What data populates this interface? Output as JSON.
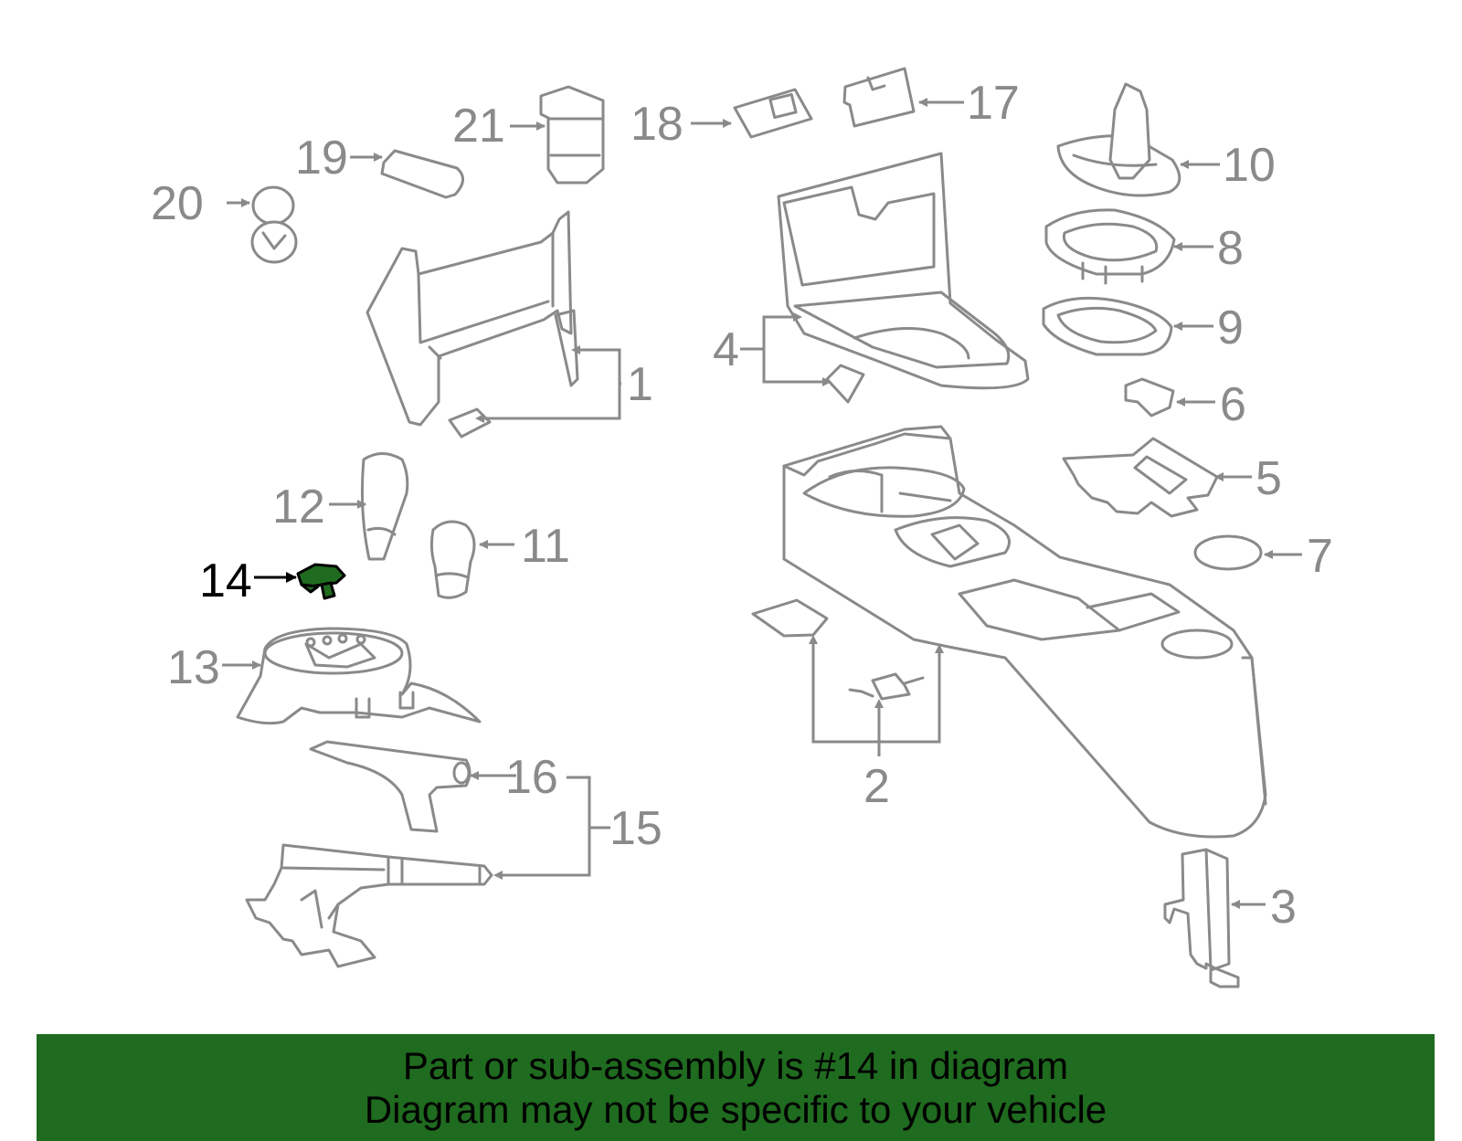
{
  "diagram": {
    "highlighted_part": "14",
    "callouts": {
      "c1": "1",
      "c2": "2",
      "c3": "3",
      "c4": "4",
      "c5": "5",
      "c6": "6",
      "c7": "7",
      "c8": "8",
      "c9": "9",
      "c10": "10",
      "c11": "11",
      "c12": "12",
      "c13": "13",
      "c14": "14",
      "c15": "15",
      "c16": "16",
      "c17": "17",
      "c18": "18",
      "c19": "19",
      "c20": "20",
      "c21": "21"
    },
    "colors": {
      "line": "#8a8a8a",
      "highlight_fill": "#1f6b1f",
      "highlight_label": "#000000",
      "banner_bg": "#1f6b1f"
    }
  },
  "banner": {
    "line1": "Part or sub-assembly is #14 in diagram",
    "line2": "Diagram may not be specific to your vehicle"
  }
}
